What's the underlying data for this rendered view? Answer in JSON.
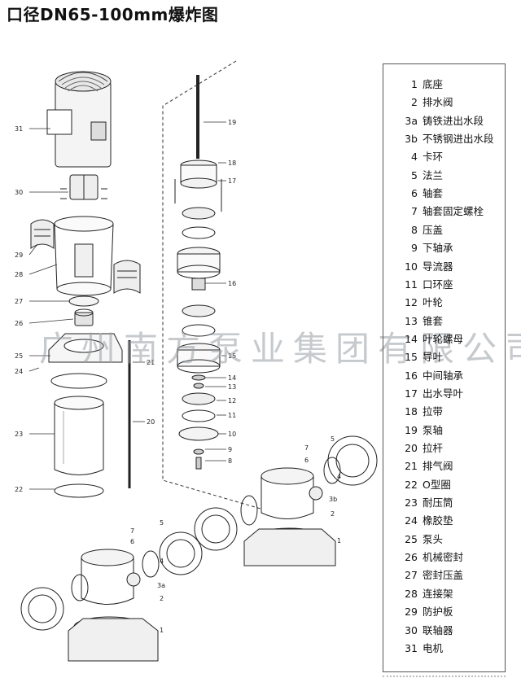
{
  "title": "口径DN65-100mm爆炸图",
  "legend": [
    {
      "num": "1",
      "label": "底座"
    },
    {
      "num": "2",
      "label": "排水阀"
    },
    {
      "num": "3a",
      "label": "铸铁进出水段"
    },
    {
      "num": "3b",
      "label": "不锈钢进出水段"
    },
    {
      "num": "4",
      "label": "卡环"
    },
    {
      "num": "5",
      "label": "法兰"
    },
    {
      "num": "6",
      "label": "轴套"
    },
    {
      "num": "7",
      "label": "轴套固定螺栓"
    },
    {
      "num": "8",
      "label": "压盖"
    },
    {
      "num": "9",
      "label": "下轴承"
    },
    {
      "num": "10",
      "label": "导流器"
    },
    {
      "num": "11",
      "label": "口环座"
    },
    {
      "num": "12",
      "label": "叶轮"
    },
    {
      "num": "13",
      "label": "锥套"
    },
    {
      "num": "14",
      "label": "叶轮螺母"
    },
    {
      "num": "15",
      "label": "导叶"
    },
    {
      "num": "16",
      "label": "中间轴承"
    },
    {
      "num": "17",
      "label": "出水导叶"
    },
    {
      "num": "18",
      "label": "拉带"
    },
    {
      "num": "19",
      "label": "泵轴"
    },
    {
      "num": "20",
      "label": "拉杆"
    },
    {
      "num": "21",
      "label": "排气阀"
    },
    {
      "num": "22",
      "label": "O型圈"
    },
    {
      "num": "23",
      "label": "耐压筒"
    },
    {
      "num": "24",
      "label": "橡胶垫"
    },
    {
      "num": "25",
      "label": "泵头"
    },
    {
      "num": "26",
      "label": "机械密封"
    },
    {
      "num": "27",
      "label": "密封压盖"
    },
    {
      "num": "28",
      "label": "连接架"
    },
    {
      "num": "29",
      "label": "防护板"
    },
    {
      "num": "30",
      "label": "联轴器"
    },
    {
      "num": "31",
      "label": "电机"
    }
  ],
  "callouts": {
    "c31": "31",
    "c30": "30",
    "c29": "29",
    "c28": "28",
    "c27": "27",
    "c26": "26",
    "c25": "25",
    "c24": "24",
    "c23": "23",
    "c22": "22",
    "c21": "21",
    "c20": "20",
    "c19": "19",
    "c18": "18",
    "c17": "17",
    "c16": "16",
    "c15": "15",
    "c14": "14",
    "c13": "13",
    "c12": "12",
    "c11": "11",
    "c10": "10",
    "c9": "9",
    "c8": "8",
    "r7": "7",
    "r6": "6",
    "r5": "5",
    "r4": "4",
    "r3b": "3b",
    "r2": "2",
    "r1": "1",
    "l7": "7",
    "l6": "6",
    "l5": "5",
    "l4": "4",
    "l3a": "3a",
    "l2": "2",
    "l1": "1"
  },
  "watermark": "广州南方泵业集团有限公司"
}
